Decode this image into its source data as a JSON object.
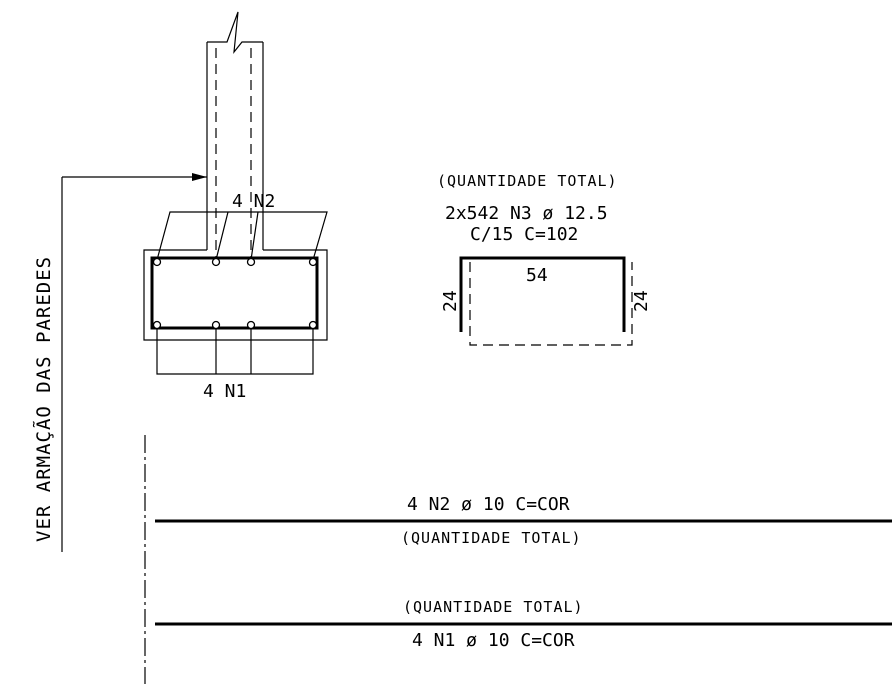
{
  "wall_note": "VER ARMAÇÃO DAS PAREDES",
  "section": {
    "top_bar_label": "4 N2",
    "bottom_bar_label": "4 N1"
  },
  "stirrup": {
    "quantity_note": "(QUANTIDADE TOTAL)",
    "spec_line1": "2x542 N3 ø 12.5",
    "spec_line2": "C/15 C=102",
    "dim_top": "54",
    "dim_left": "24",
    "dim_right": "24"
  },
  "bar_n2": {
    "spec": "4 N2 ø 10 C=COR",
    "quantity_note": "(QUANTIDADE TOTAL)"
  },
  "bar_n1": {
    "quantity_note": "(QUANTIDADE TOTAL)",
    "spec": "4 N1 ø 10 C=COR"
  }
}
